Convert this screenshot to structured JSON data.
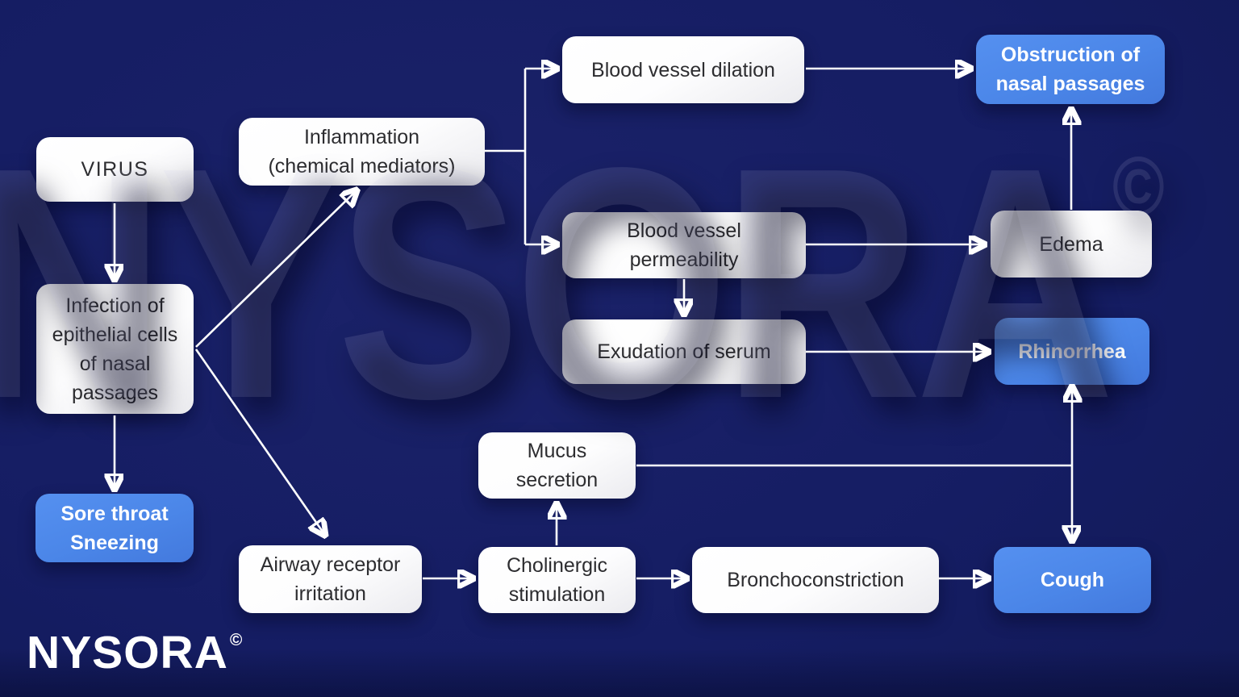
{
  "title": "Pathophysiology of common cold symptoms flowchart",
  "colors": {
    "background": "#151d63",
    "plain_box": "#ffffff",
    "accent_box": "#4b86e8",
    "plain_text": "#2d2d30",
    "accent_text": "#ffffff",
    "arrow": "#ffffff"
  },
  "watermark": {
    "text": "NYSORA",
    "copyright": "©"
  },
  "logo": {
    "text": "NYSORA",
    "copyright": "©"
  },
  "nodes": {
    "virus": {
      "style": "plain",
      "lines": [
        "VIRUS"
      ]
    },
    "infection": {
      "style": "plain",
      "lines": [
        "Infection of",
        "epithelial cells",
        "of nasal",
        "passages"
      ]
    },
    "sore": {
      "style": "accent",
      "lines": [
        "Sore throat",
        "Sneezing"
      ]
    },
    "inflammation": {
      "style": "plain",
      "lines": [
        "Inflammation",
        "(chemical mediators)"
      ]
    },
    "dilation": {
      "style": "plain",
      "lines": [
        "Blood vessel dilation"
      ]
    },
    "obstruction": {
      "style": "accent",
      "lines": [
        "Obstruction of",
        "nasal passages"
      ]
    },
    "permeability": {
      "style": "plain",
      "lines": [
        "Blood vessel",
        "permeability"
      ]
    },
    "edema": {
      "style": "plain",
      "lines": [
        "Edema"
      ]
    },
    "exudation": {
      "style": "plain",
      "lines": [
        "Exudation of serum"
      ]
    },
    "rhinorrhea": {
      "style": "accent",
      "lines": [
        "Rhinorrhea"
      ]
    },
    "mucus": {
      "style": "plain",
      "lines": [
        "Mucus",
        "secretion"
      ]
    },
    "airway": {
      "style": "plain",
      "lines": [
        "Airway receptor",
        "irritation"
      ]
    },
    "cholinergic": {
      "style": "plain",
      "lines": [
        "Cholinergic",
        "stimulation"
      ]
    },
    "broncho": {
      "style": "plain",
      "lines": [
        "Bronchoconstriction"
      ]
    },
    "cough": {
      "style": "accent",
      "lines": [
        "Cough"
      ]
    }
  },
  "edges": [
    {
      "from": "virus",
      "to": "infection",
      "bidirectional": false
    },
    {
      "from": "infection",
      "to": "sore",
      "bidirectional": false
    },
    {
      "from": "infection",
      "to": "inflammation",
      "bidirectional": false
    },
    {
      "from": "infection",
      "to": "airway",
      "bidirectional": false
    },
    {
      "from": "inflammation",
      "to": "dilation",
      "bidirectional": false
    },
    {
      "from": "inflammation",
      "to": "permeability",
      "bidirectional": false
    },
    {
      "from": "dilation",
      "to": "obstruction",
      "bidirectional": false
    },
    {
      "from": "permeability",
      "to": "edema",
      "bidirectional": false
    },
    {
      "from": "permeability",
      "to": "exudation",
      "bidirectional": false
    },
    {
      "from": "edema",
      "to": "obstruction",
      "bidirectional": false
    },
    {
      "from": "exudation",
      "to": "rhinorrhea",
      "bidirectional": false
    },
    {
      "from": "mucus",
      "to": "rhinorrhea",
      "bidirectional": false
    },
    {
      "from": "airway",
      "to": "cholinergic",
      "bidirectional": false
    },
    {
      "from": "cholinergic",
      "to": "mucus",
      "bidirectional": false
    },
    {
      "from": "cholinergic",
      "to": "broncho",
      "bidirectional": false
    },
    {
      "from": "broncho",
      "to": "cough",
      "bidirectional": false
    },
    {
      "from": "rhinorrhea",
      "to": "cough",
      "bidirectional": true
    }
  ]
}
